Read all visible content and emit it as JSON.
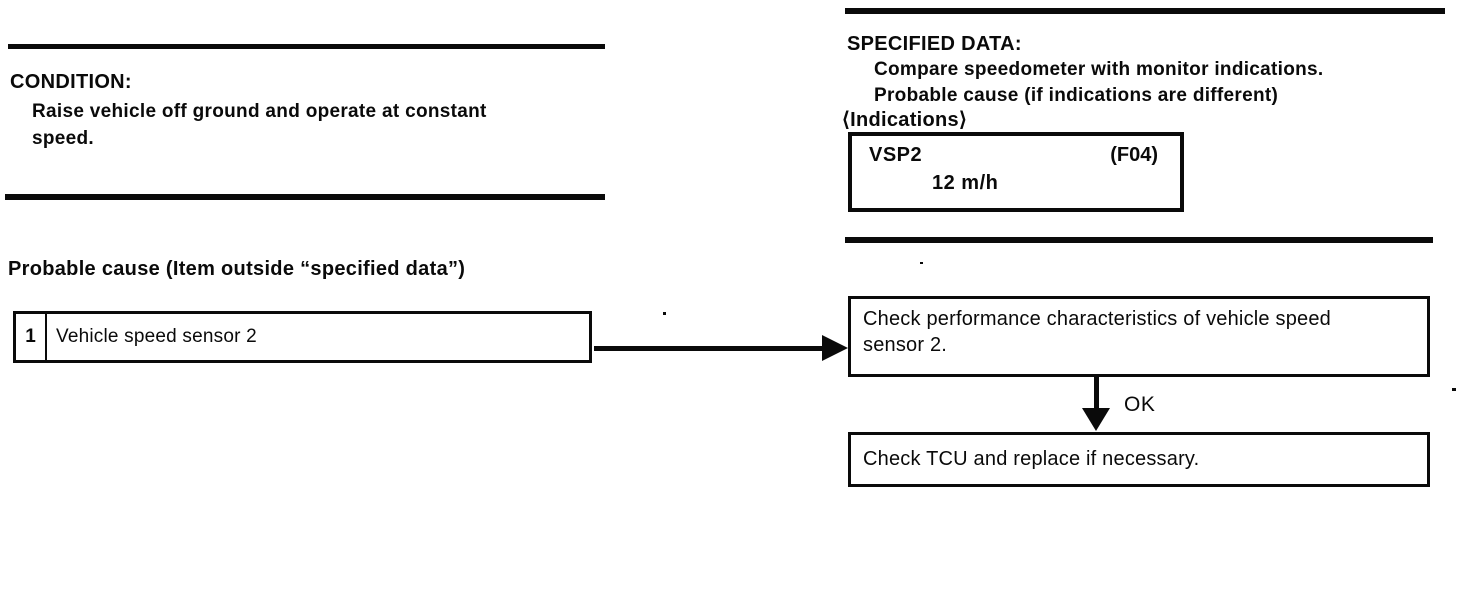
{
  "condition": {
    "heading": "CONDITION:",
    "body": "Raise vehicle off ground and operate at constant\nspeed."
  },
  "probable_cause": {
    "label": "Probable cause (Item outside “specified data”)",
    "items": [
      {
        "number": "1",
        "text": "Vehicle speed sensor 2"
      }
    ]
  },
  "specified_data": {
    "heading": "SPECIFIED DATA:",
    "instructions": [
      "Compare speedometer with monitor indications.",
      "Probable cause (if indications are different)"
    ],
    "indications_label": "⟨Indications⟩",
    "monitor_display": {
      "label": "VSP2",
      "code": "(F04)",
      "value": "12 m/h"
    }
  },
  "flow": {
    "steps": [
      "Check performance characteristics of vehicle speed\nsensor 2.",
      "Check TCU and replace if necessary."
    ],
    "ok_label": "OK"
  },
  "colors": {
    "ink": "#0a0a0a",
    "paper": "#ffffff"
  }
}
